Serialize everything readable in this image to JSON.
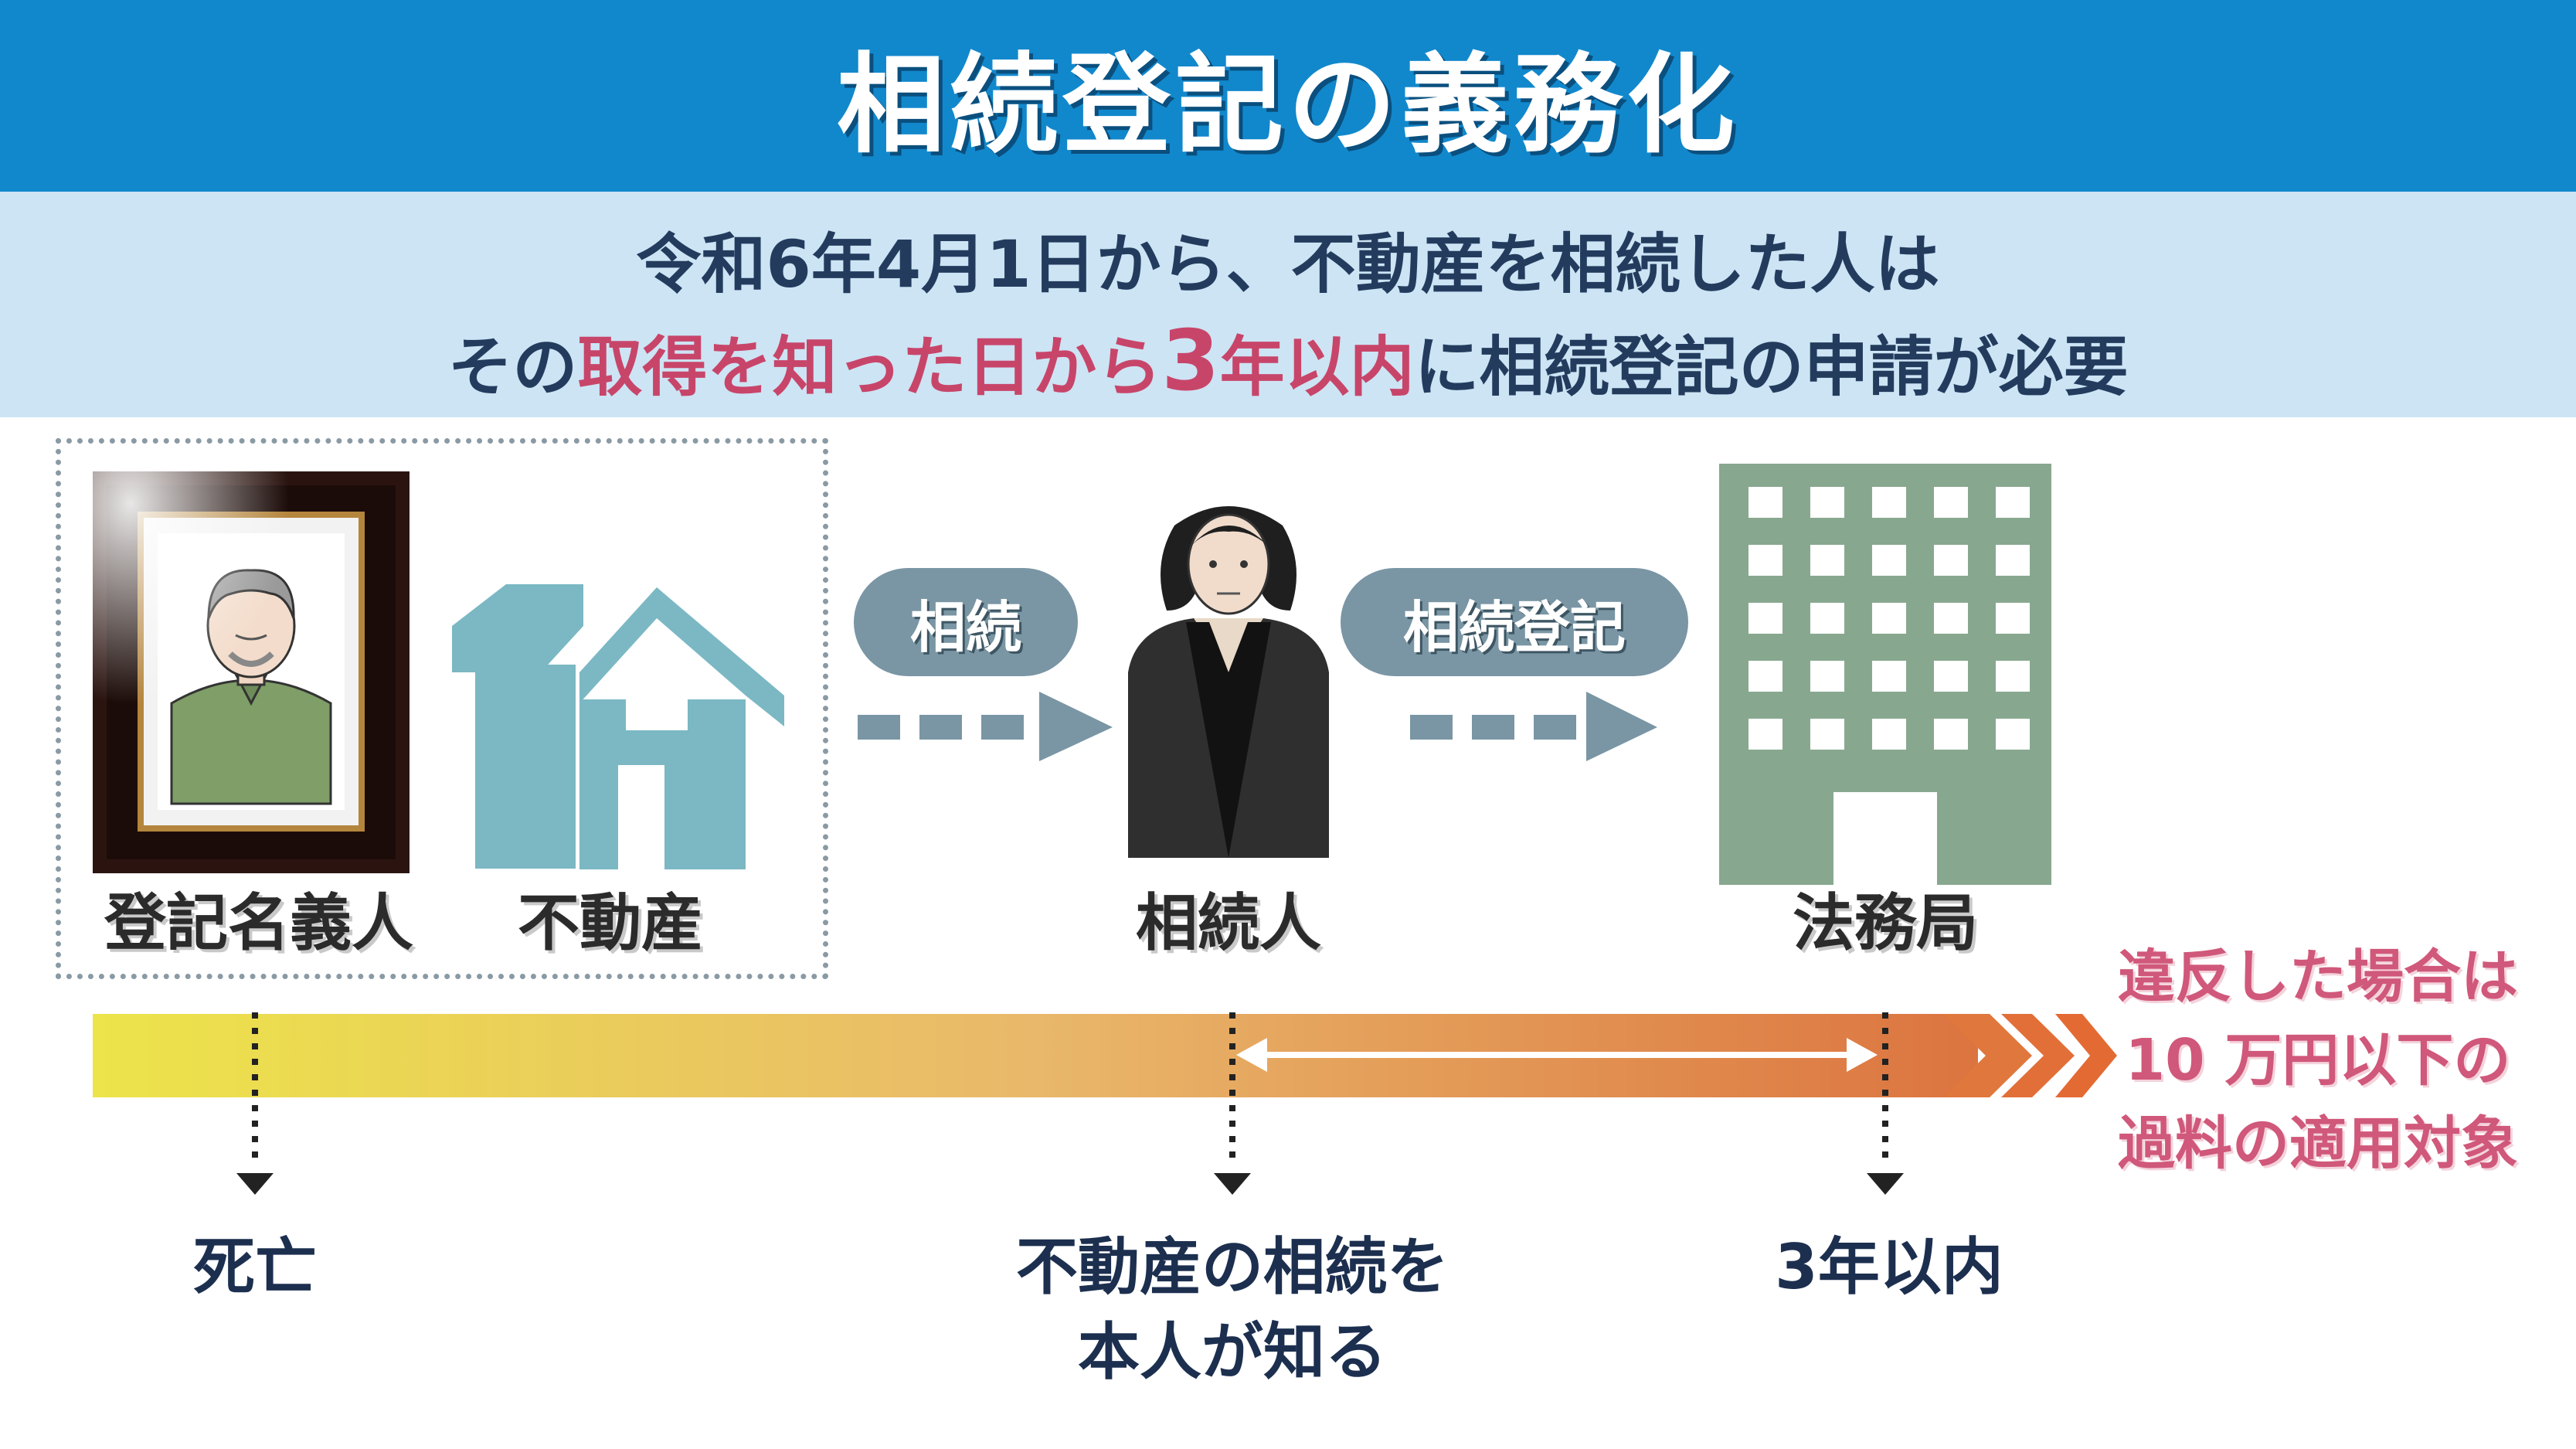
{
  "title": "相続登記の義務化",
  "subtitle": {
    "line1": "令和6年4月1日から、不動産を相続した人は",
    "line2_prefix": "その",
    "line2_red": "取得を知った日から",
    "line2_red_big": "3",
    "line2_red_tail": "年以内",
    "line2_suffix": "に相続登記の申請が必要"
  },
  "flow": {
    "items": [
      "登記名義人",
      "不動産",
      "相続人",
      "法務局"
    ],
    "steps": [
      "相続",
      "相続登記"
    ]
  },
  "timeline": {
    "labels": {
      "death": "死亡",
      "know_line1": "不動産の相続を",
      "know_line2": "本人が知る",
      "within": "3年以内"
    },
    "warning": [
      "違反した場合は",
      "10 万円以下の",
      "過料の適用対象"
    ]
  },
  "colors": {
    "title_bg": "#1288cc",
    "subtitle_bg": "#cde4f4",
    "accent_red": "#c8456a",
    "house": "#7bb8c3",
    "building": "#87a88f",
    "gradient_start": "#ece44a",
    "gradient_end": "#dc7440"
  },
  "icons": [
    "portrait-frame-icon",
    "house-icon",
    "person-icon",
    "office-building-icon"
  ]
}
